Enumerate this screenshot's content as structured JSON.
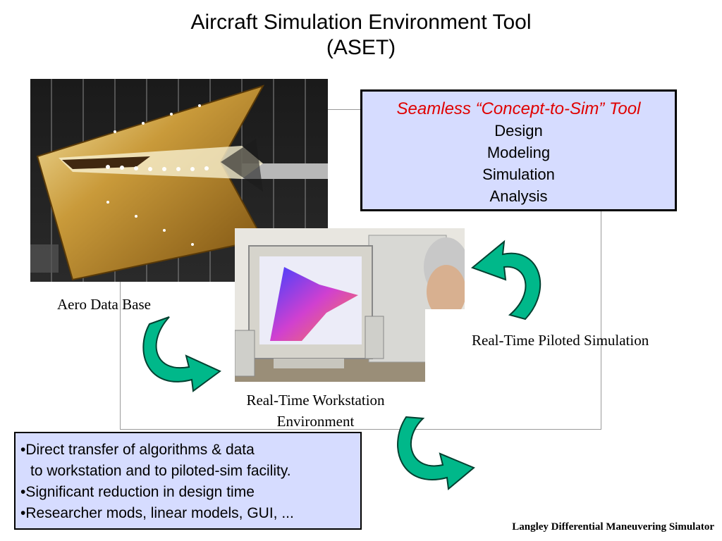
{
  "title": {
    "line1": "Aircraft Simulation Environment Tool",
    "line2": "(ASET)"
  },
  "concept_box": {
    "heading": "Seamless “Concept-to-Sim” Tool",
    "items": [
      "Design",
      "Modeling",
      "Simulation",
      "Analysis"
    ],
    "heading_color": "#e00000",
    "background": "#d6dcff"
  },
  "labels": {
    "aero": "Aero Data Base",
    "piloted": "Real-Time Piloted Simulation",
    "workstation_line1": "Real-Time Workstation",
    "workstation_line2": "Environment"
  },
  "bullets": [
    "•Direct transfer of algorithms & data",
    "to workstation and to piloted-sim facility.",
    "•Significant reduction in design time",
    "•Researcher mods, linear models, GUI, ..."
  ],
  "footer": "Langley Differential Maneuvering Simulator",
  "colors": {
    "arrow_fill": "#00b88a",
    "arrow_stroke": "#004030"
  },
  "icons": [
    "curved-arrow-icon"
  ]
}
